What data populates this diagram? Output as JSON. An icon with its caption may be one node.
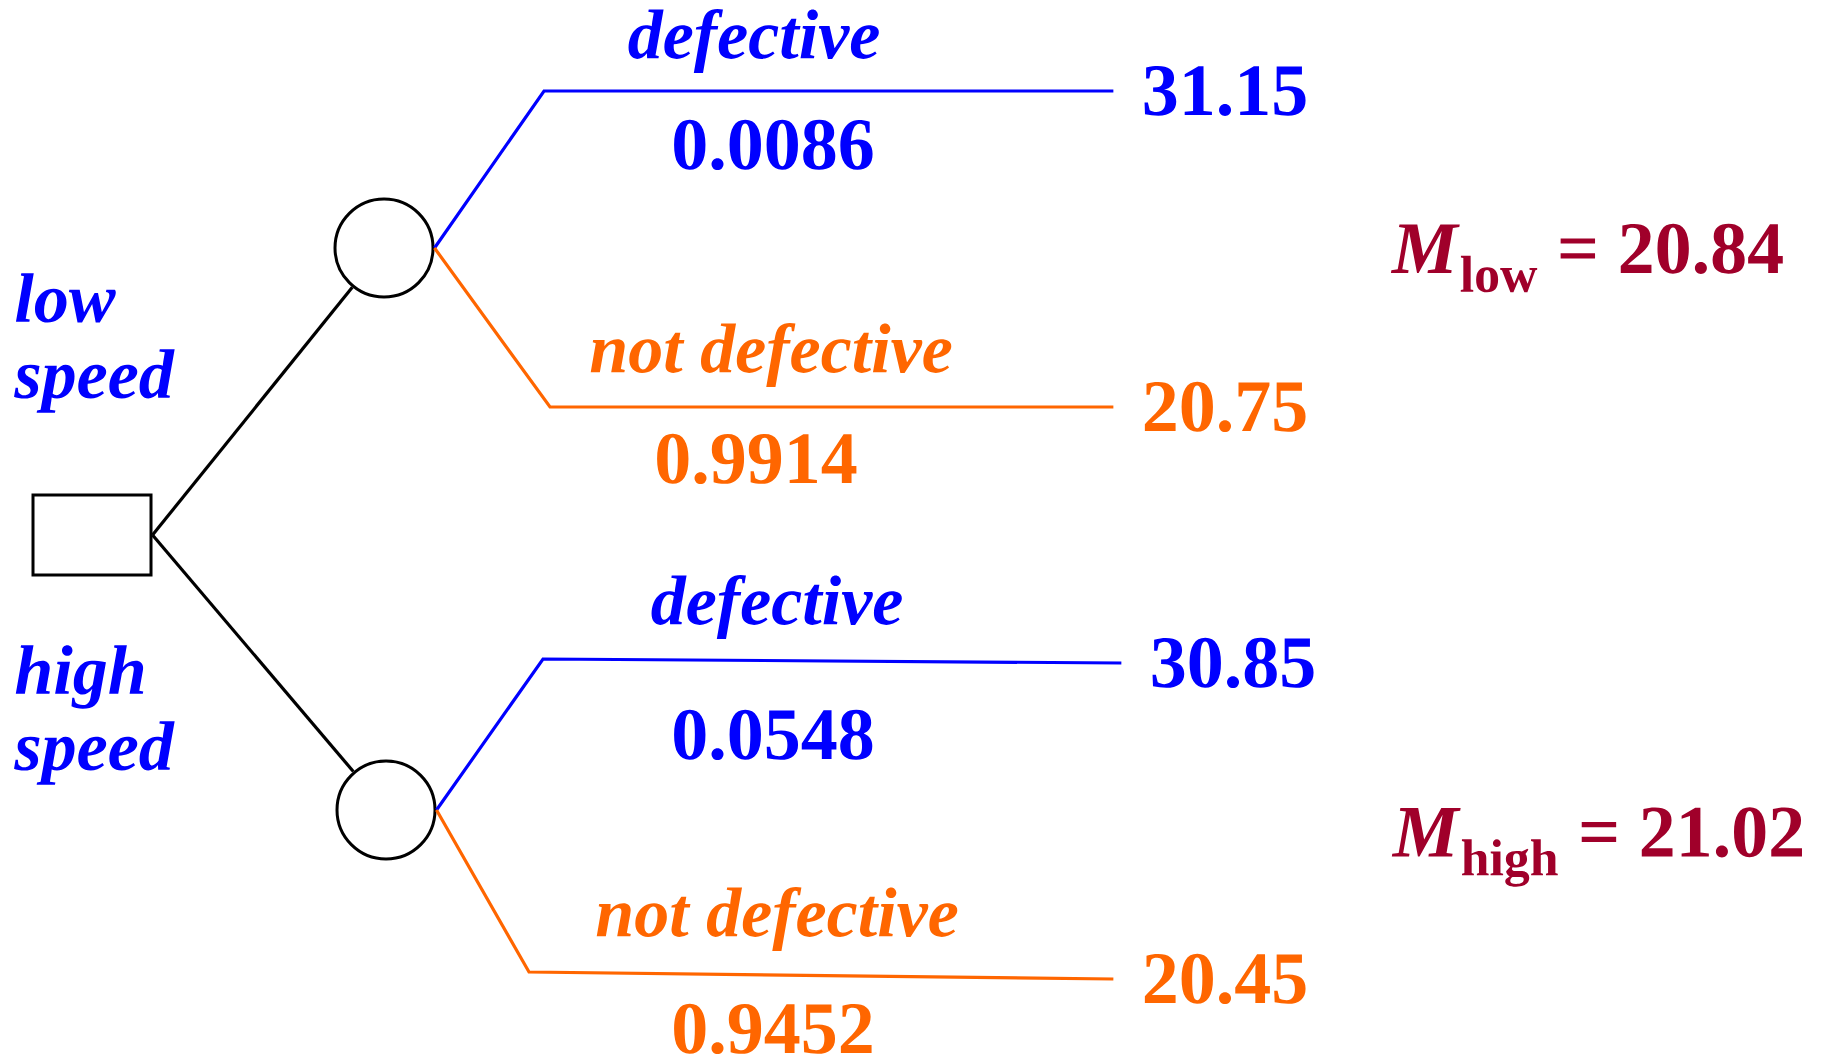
{
  "diagram": {
    "nodes": [
      {
        "text": [],
        "shape": "box"
      },
      {
        "text": [],
        "shape": "circle"
      },
      {
        "text": [],
        "shape": "circle"
      },
      {
        "text": [
          "31.15"
        ]
      },
      {
        "text": [
          "20.75"
        ]
      },
      {
        "text": [
          "30.85"
        ]
      },
      {
        "text": [
          "20.45"
        ]
      }
    ],
    "edges": [
      {
        "from": 0,
        "to": 1,
        "arrow": "none",
        "label": "low speed"
      },
      {
        "from": 0,
        "to": 2,
        "arrow": "none",
        "label": "high speed"
      },
      {
        "from": 1,
        "to": 3,
        "arrow": "none",
        "label": "defective",
        "color": "#0000ff"
      },
      {
        "from": 1,
        "to": 4,
        "arrow": "none",
        "label": "not defective",
        "color": "#ff6600"
      },
      {
        "from": 2,
        "to": 5,
        "arrow": "none",
        "label": "defective",
        "color": "#0000ff"
      },
      {
        "from": 2,
        "to": 6,
        "arrow": "none",
        "label": "not defective",
        "color": "#ff6600"
      }
    ],
    "labels": [
      "0.0086",
      "0.9914",
      "0.0548",
      "0.9452",
      "*M*$_{low}$ = 20.84",
      "*M*$_{high}$ = 21.02"
    ]
  }
}
